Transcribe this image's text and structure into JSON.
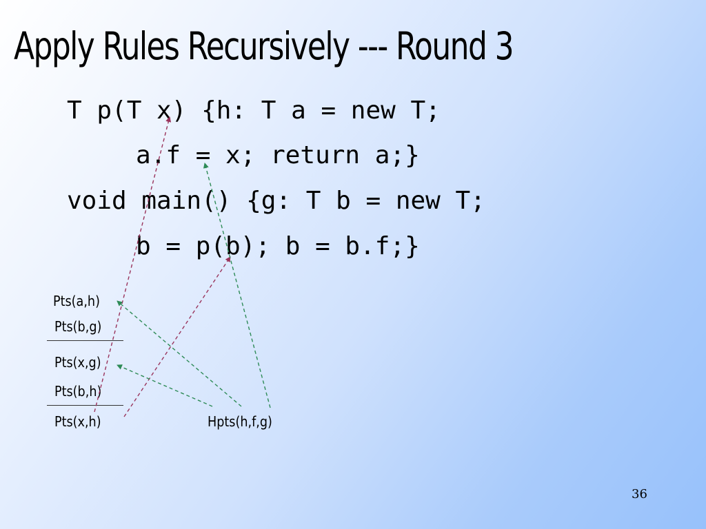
{
  "slide": {
    "title": "Apply Rules Recursively --- Round 3",
    "page_number": "36"
  },
  "code": {
    "line1": "T p(T x) {h: T a = new T;",
    "line2": "a.f = x; return a;}",
    "line3": "void main() {g: T b = new T;",
    "line4": "b = p(b); b = b.f;}"
  },
  "facts": {
    "pts_a_h": "Pts(a,h)",
    "pts_b_g": "Pts(b,g)",
    "pts_x_g": "Pts(x,g)",
    "pts_b_h": "Pts(b,h)",
    "pts_x_h": "Pts(x,h)",
    "hpts_h_f_g": "Hpts(h,f,g)"
  },
  "colors": {
    "derivation_arrow_red": "#99335c",
    "derivation_arrow_green": "#2e8b57"
  }
}
